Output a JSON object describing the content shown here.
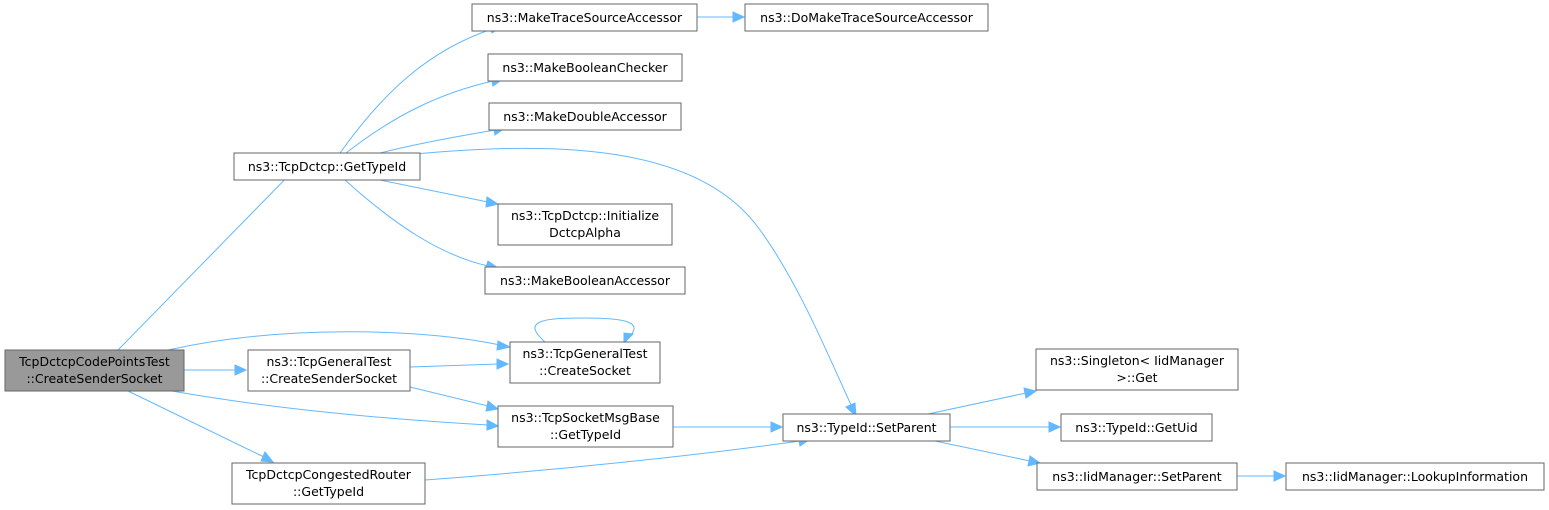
{
  "colors": {
    "edge": "#63b8ff",
    "root_fill": "#999999",
    "node_fill": "#ffffff",
    "border": "#666666"
  },
  "nodes": {
    "root": {
      "lines": [
        "TcpDctcpCodePointsTest",
        "::CreateSenderSocket"
      ]
    },
    "dctcpGet": {
      "lines": [
        "ns3::TcpDctcp::GetTypeId"
      ]
    },
    "mtsa": {
      "lines": [
        "ns3::MakeTraceSourceAccessor"
      ]
    },
    "dmtsa": {
      "lines": [
        "ns3::DoMakeTraceSourceAccessor"
      ]
    },
    "mbc": {
      "lines": [
        "ns3::MakeBooleanChecker"
      ]
    },
    "mda": {
      "lines": [
        "ns3::MakeDoubleAccessor"
      ]
    },
    "init": {
      "lines": [
        "ns3::TcpDctcp::Initialize",
        "DctcpAlpha"
      ]
    },
    "mba": {
      "lines": [
        "ns3::MakeBooleanAccessor"
      ]
    },
    "gtcss": {
      "lines": [
        "ns3::TcpGeneralTest",
        "::CreateSenderSocket"
      ]
    },
    "gtcs": {
      "lines": [
        "ns3::TcpGeneralTest",
        "::CreateSocket"
      ]
    },
    "smb": {
      "lines": [
        "ns3::TcpSocketMsgBase",
        "::GetTypeId"
      ]
    },
    "cr": {
      "lines": [
        "TcpDctcpCongestedRouter",
        "::GetTypeId"
      ]
    },
    "setp": {
      "lines": [
        "ns3::TypeId::SetParent"
      ]
    },
    "sing": {
      "lines": [
        "ns3::Singleton< IidManager",
        ">::Get"
      ]
    },
    "uid": {
      "lines": [
        "ns3::TypeId::GetUid"
      ]
    },
    "iidsp": {
      "lines": [
        "ns3::IidManager::SetParent"
      ]
    },
    "lookup": {
      "lines": [
        "ns3::IidManager::LookupInformation"
      ]
    }
  }
}
